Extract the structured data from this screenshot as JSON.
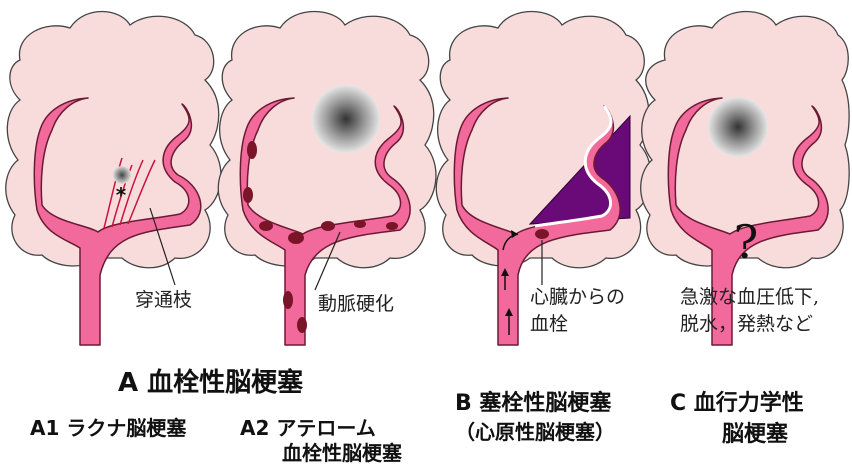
{
  "panels": {
    "a1": {
      "annotation": "穿通枝"
    },
    "a2": {
      "annotation": "動脈硬化"
    },
    "b": {
      "annotation_line1": "心臓からの",
      "annotation_line2": "血栓"
    },
    "c": {
      "annotation_line1": "急激な血圧低下,",
      "annotation_line2": "脱水，発熱など",
      "mark": "?"
    }
  },
  "captions": {
    "a_main": "A 血栓性脳梗塞",
    "a1": "A1 ラクナ脳梗塞",
    "a2_line1": "A2 アテローム",
    "a2_line2": "血栓性脳梗塞",
    "b_line1": "B 塞栓性脳梗塞",
    "b_line2": "（心原性脳梗塞）",
    "c_line1": "C 血行力学性",
    "c_line2": "脳梗塞"
  },
  "colors": {
    "brain": "#f8dcdc",
    "brain_outline": "#444444",
    "vessel": "#f26a9c",
    "vessel_outline": "#6b1a33",
    "plaque": "#7a1428",
    "infarct": "#6a0a78"
  }
}
